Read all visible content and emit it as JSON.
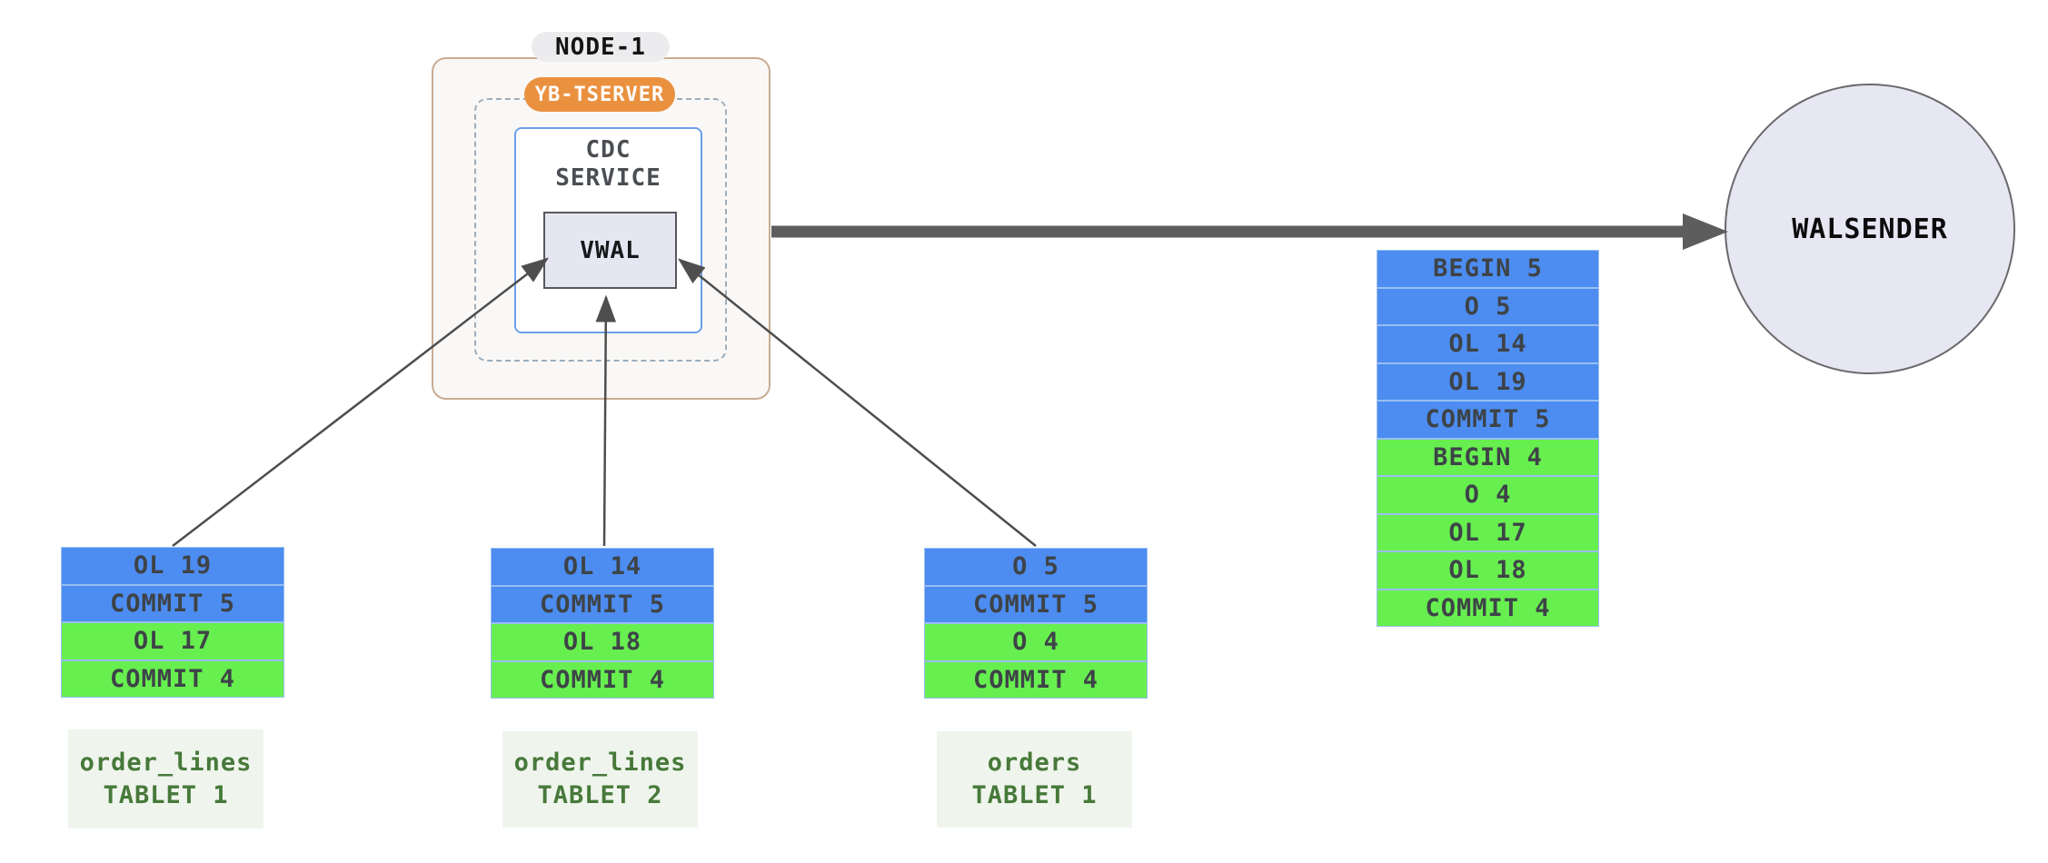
{
  "colors": {
    "blue_record": "#4d8df1",
    "green_record": "#67ef50",
    "record_border": "#99bef2",
    "record_text": "#3e4347",
    "node_fill": "#faf8f6",
    "node_border": "#c9ac93",
    "node_pill_bg": "#ececee",
    "tserver_pill_bg": "#ea9140",
    "dashed_border": "#9badbd",
    "cdc_border": "#6d9eea",
    "vwal_fill": "#e6e6f3",
    "vwal_border": "#58595b",
    "circle_fill": "#e7e7f3",
    "circle_border": "#6a6a6d",
    "arrow_thin": "#4e4e4e",
    "arrow_thick": "#5d5d5d",
    "tablet_label_bg": "#eff5ec",
    "tablet_label_text": "#47793a"
  },
  "node": {
    "title": "NODE-1",
    "tserver_label": "YB-TSERVER",
    "cdc_service_label": "CDC\nSERVICE",
    "vwal_label": "VWAL"
  },
  "walsender": {
    "label": "WALSENDER"
  },
  "merged_stream": {
    "rows": [
      {
        "label": "BEGIN 5",
        "color": "blue"
      },
      {
        "label": "O 5",
        "color": "blue"
      },
      {
        "label": "OL 14",
        "color": "blue"
      },
      {
        "label": "OL 19",
        "color": "blue"
      },
      {
        "label": "COMMIT 5",
        "color": "blue"
      },
      {
        "label": "BEGIN 4",
        "color": "green"
      },
      {
        "label": "O 4",
        "color": "green"
      },
      {
        "label": "OL 17",
        "color": "green"
      },
      {
        "label": "OL 18",
        "color": "green"
      },
      {
        "label": "COMMIT 4",
        "color": "green"
      }
    ]
  },
  "tablets": [
    {
      "name": "order_lines",
      "tablet": "TABLET 1",
      "rows": [
        {
          "label": "OL 19",
          "color": "blue"
        },
        {
          "label": "COMMIT 5",
          "color": "blue"
        },
        {
          "label": "OL 17",
          "color": "green"
        },
        {
          "label": "COMMIT 4",
          "color": "green"
        }
      ]
    },
    {
      "name": "order_lines",
      "tablet": "TABLET 2",
      "rows": [
        {
          "label": "OL 14",
          "color": "blue"
        },
        {
          "label": "COMMIT 5",
          "color": "blue"
        },
        {
          "label": "OL 18",
          "color": "green"
        },
        {
          "label": "COMMIT 4",
          "color": "green"
        }
      ]
    },
    {
      "name": "orders",
      "tablet": "TABLET 1",
      "rows": [
        {
          "label": "O 5",
          "color": "blue"
        },
        {
          "label": "COMMIT 5",
          "color": "blue"
        },
        {
          "label": "O 4",
          "color": "green"
        },
        {
          "label": "COMMIT 4",
          "color": "green"
        }
      ]
    }
  ]
}
